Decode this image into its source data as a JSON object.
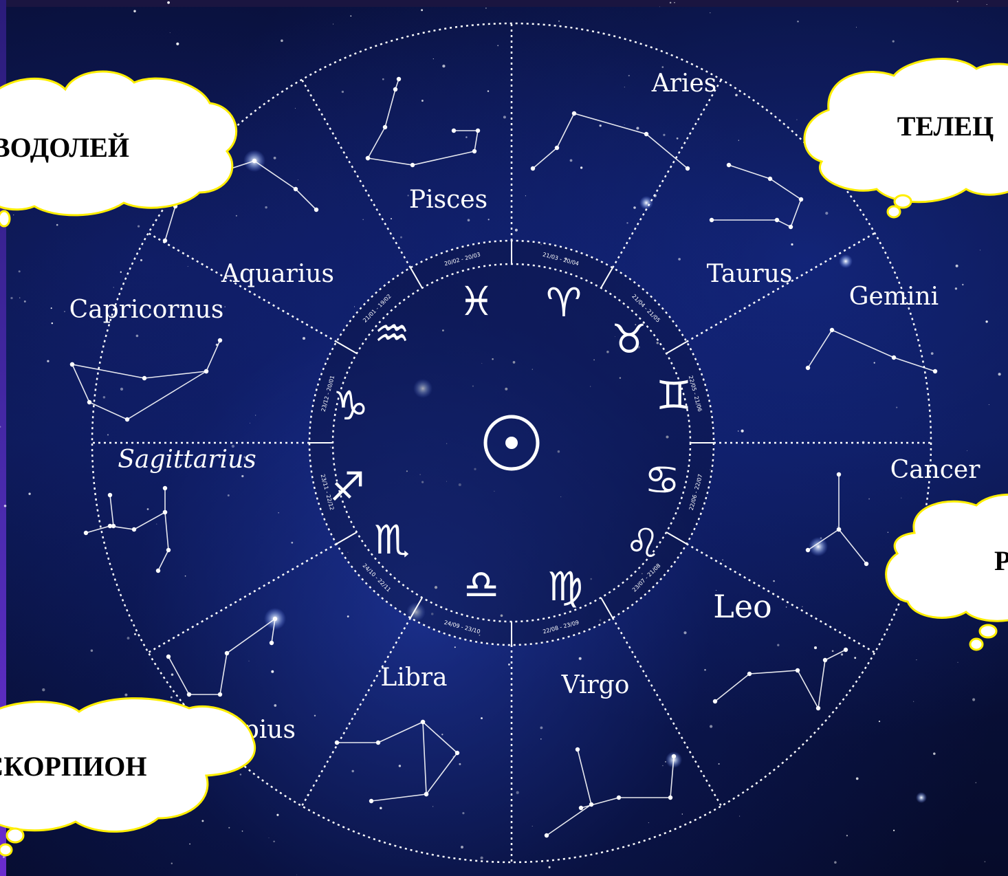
{
  "wheel": {
    "outer_labels": [
      "Aries",
      "Taurus",
      "Gemini",
      "Cancer",
      "Leo",
      "Virgo",
      "Libra",
      "Scorpius",
      "Sagittarius",
      "Capricornus",
      "Aquarius",
      "Pisces"
    ],
    "sign_symbols": [
      "♈",
      "♉",
      "♊",
      "♋",
      "♌",
      "♍",
      "♎",
      "♏",
      "♐",
      "♑",
      "♒",
      "♓"
    ],
    "date_ranges": [
      "21/03 - 20/04",
      "21/04 - 21/05",
      "22/05 - 21/06",
      "22/06 - 22/07",
      "23/07 - 21/08",
      "22/08 - 23/09",
      "24/09 - 23/10",
      "24/10 - 22/11",
      "23/11 - 22/12",
      "23/12 - 20/01",
      "21/01 - 19/02",
      "20/02 - 20/03"
    ],
    "center_symbol": "☉"
  },
  "clouds": {
    "aquarius": "ВОДОЛЕЙ",
    "taurus": "ТЕЛЕЦ",
    "pisces": "РЫБЫ",
    "scorpio": "СКОРПИОН"
  },
  "colors": {
    "cloud_fill": "#ffffff",
    "cloud_outline": "#ffee00",
    "line": "#ffffff"
  }
}
